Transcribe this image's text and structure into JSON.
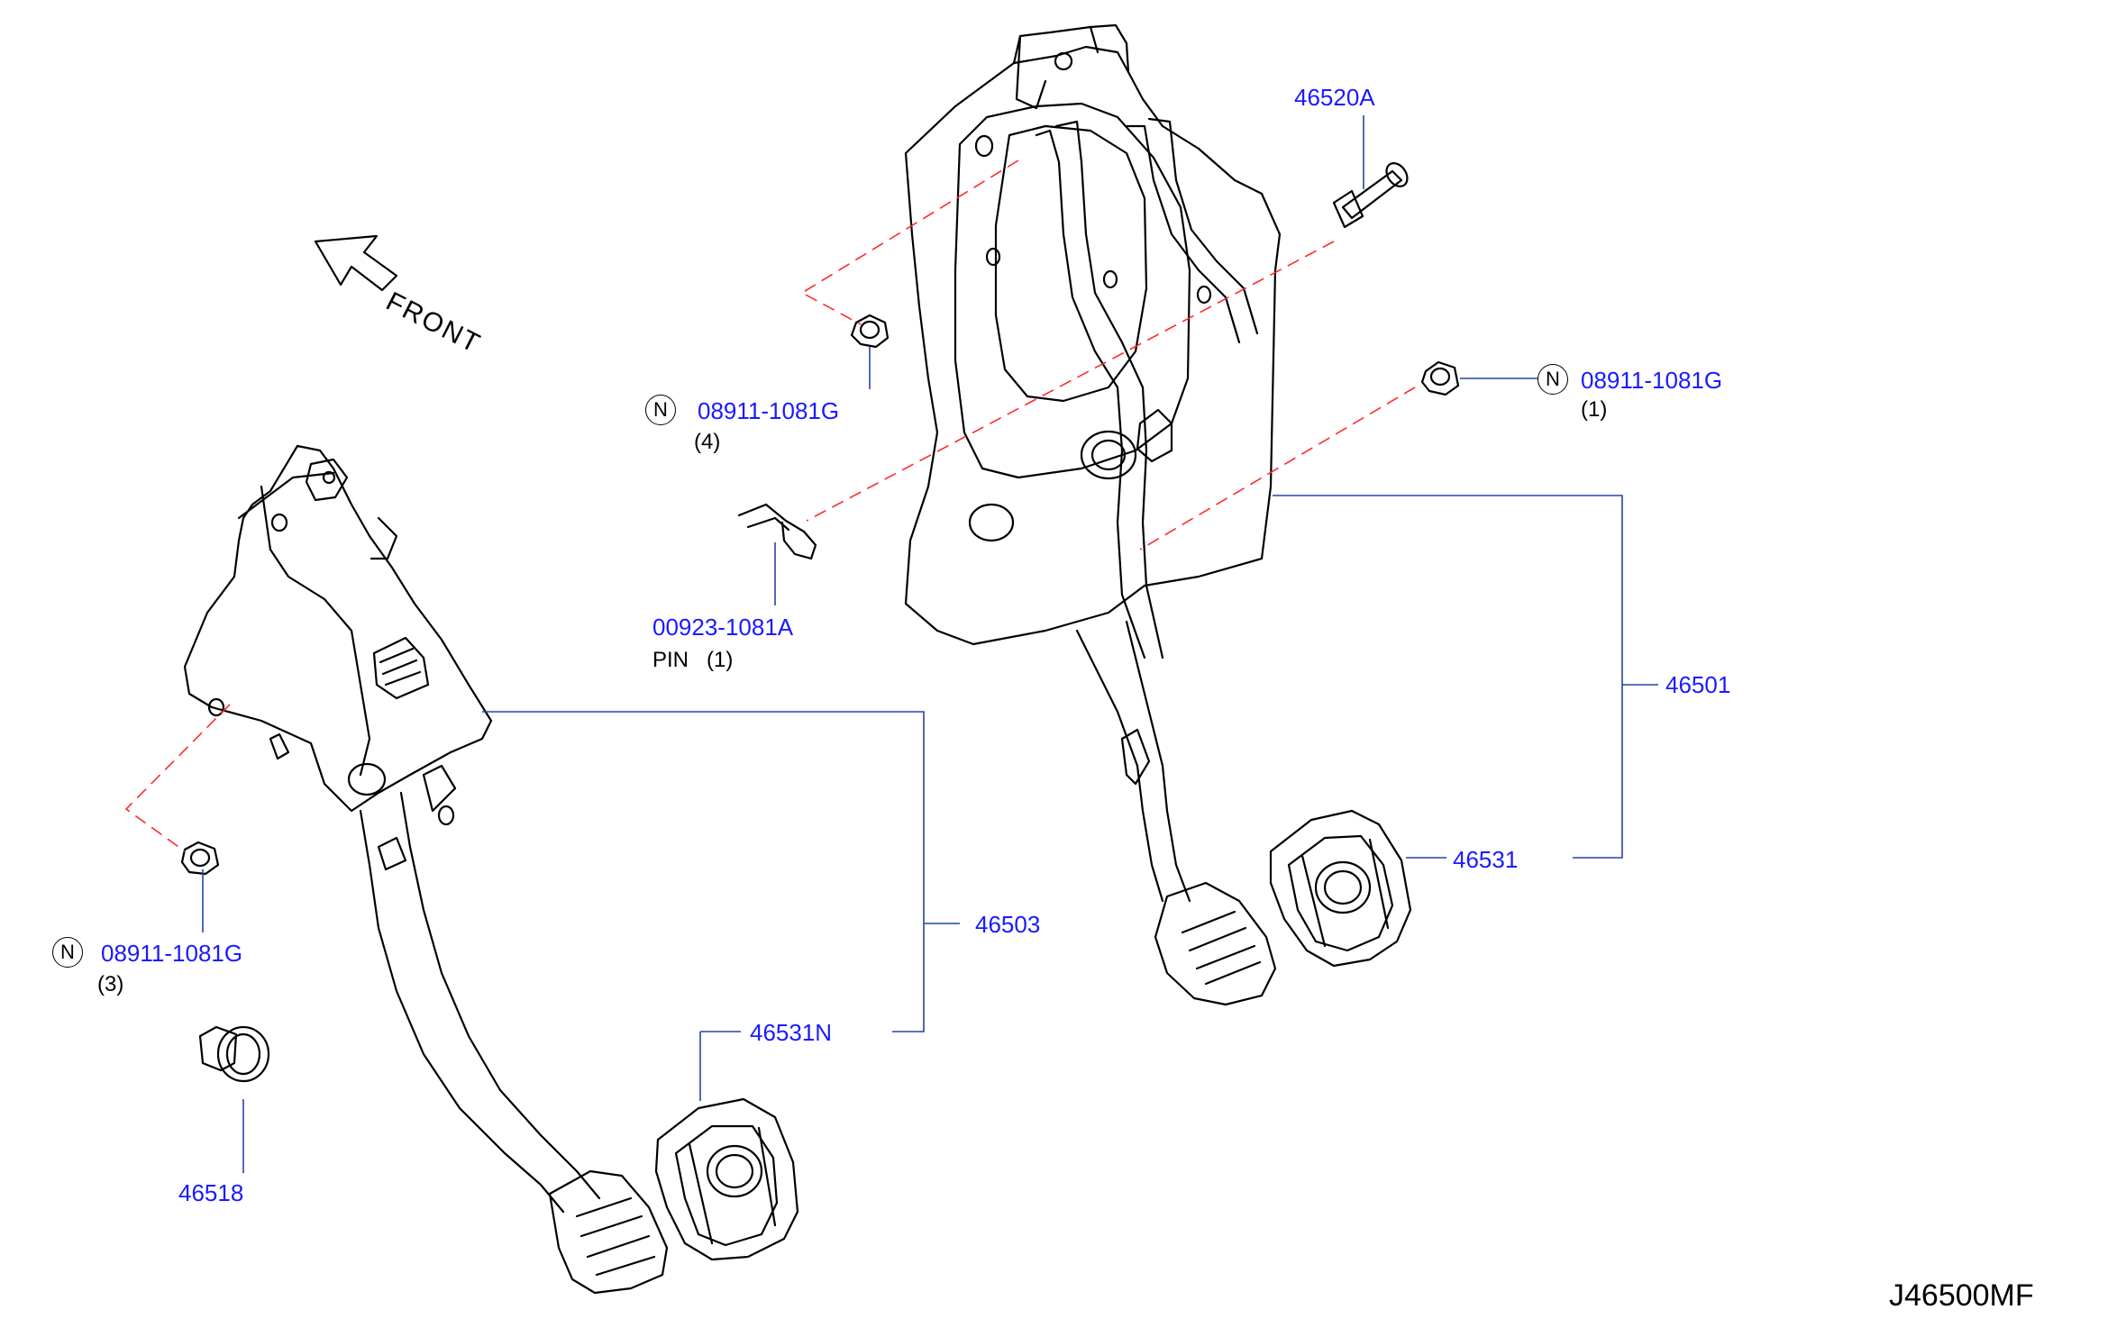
{
  "diagram": {
    "code": "J46500MF",
    "front_label": "FRONT",
    "colors": {
      "line": "#000000",
      "leader": "#2244aa",
      "dash": "#ff2a2a",
      "part_label": "#1a1aff"
    },
    "parts": [
      {
        "id": "p46520A",
        "label": "46520A"
      },
      {
        "id": "nut_right",
        "mark": "N",
        "label": "08911-1081G",
        "qty": "(1)"
      },
      {
        "id": "nut_top",
        "mark": "N",
        "label": "08911-1081G",
        "qty": "(4)"
      },
      {
        "id": "pin",
        "label": "00923-1081A",
        "note": "PIN   (1)"
      },
      {
        "id": "p46501",
        "label": "46501"
      },
      {
        "id": "p46531",
        "label": "46531"
      },
      {
        "id": "p46503",
        "label": "46503"
      },
      {
        "id": "nut_left",
        "mark": "N",
        "label": "08911-1081G",
        "qty": "(3)"
      },
      {
        "id": "p46531N",
        "label": "46531N"
      },
      {
        "id": "p46518",
        "label": "46518"
      }
    ]
  }
}
